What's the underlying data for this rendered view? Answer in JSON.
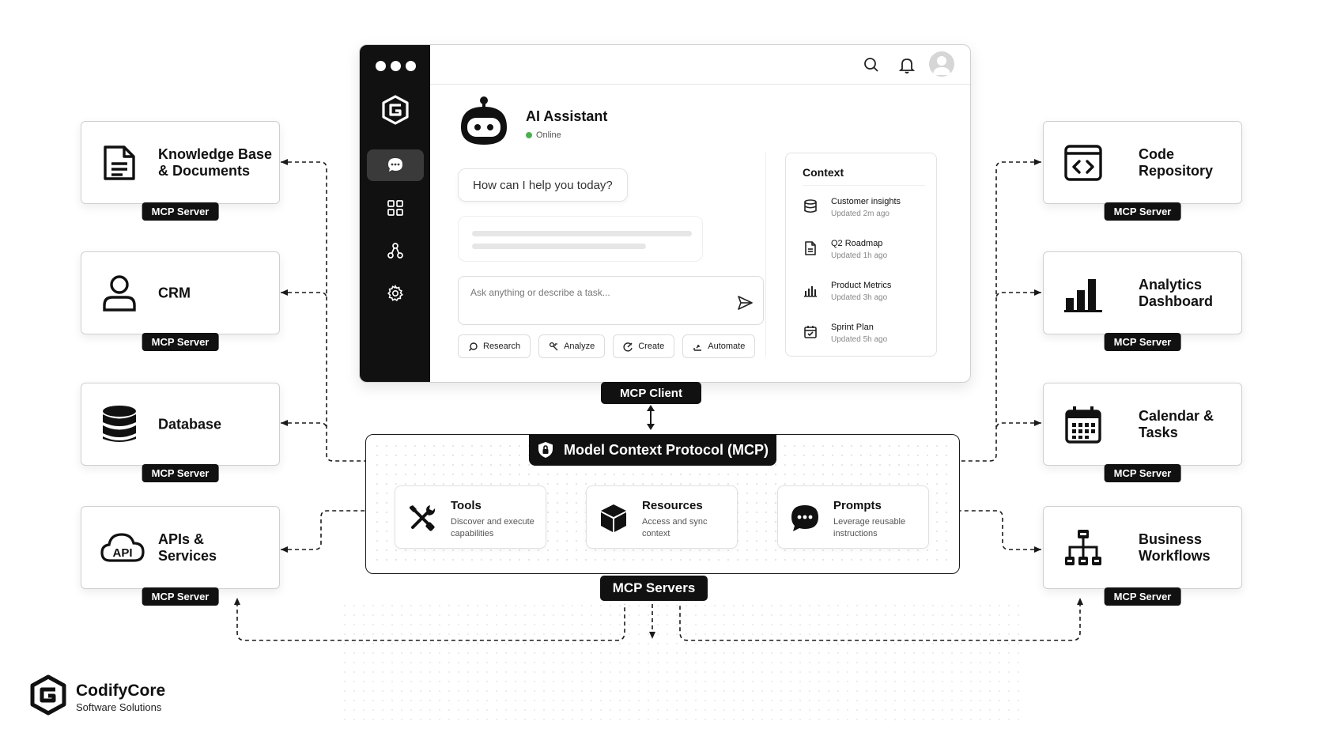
{
  "left_servers": [
    {
      "label": "Knowledge Base\n& Documents",
      "badge": "MCP Server",
      "icon": "document-icon"
    },
    {
      "label": "CRM",
      "badge": "MCP Server",
      "icon": "user-icon"
    },
    {
      "label": "Database",
      "badge": "MCP Server",
      "icon": "database-icon"
    },
    {
      "label": "APIs &\nServices",
      "badge": "MCP Server",
      "icon": "api-cloud-icon"
    }
  ],
  "right_servers": [
    {
      "label": "Code\nRepository",
      "badge": "MCP Server",
      "icon": "code-icon"
    },
    {
      "label": "Analytics\nDashboard",
      "badge": "MCP Server",
      "icon": "bar-chart-icon"
    },
    {
      "label": "Calendar &\nTasks",
      "badge": "MCP Server",
      "icon": "calendar-icon"
    },
    {
      "label": "Business\nWorkflows",
      "badge": "MCP Server",
      "icon": "org-chart-icon"
    }
  ],
  "app": {
    "assistant_name": "AI Assistant",
    "status": "Online",
    "greeting": "How can I help you today?",
    "input_placeholder": "Ask anything or describe a task...",
    "actions": [
      {
        "label": "Research",
        "icon": "search-icon"
      },
      {
        "label": "Analyze",
        "icon": "analyze-icon"
      },
      {
        "label": "Create",
        "icon": "create-icon"
      },
      {
        "label": "Automate",
        "icon": "automate-icon"
      }
    ],
    "context": {
      "title": "Context",
      "items": [
        {
          "title": "Customer insights",
          "updated": "Updated 2m ago",
          "icon": "database-icon"
        },
        {
          "title": "Q2 Roadmap",
          "updated": "Updated 1h ago",
          "icon": "document-icon"
        },
        {
          "title": "Product Metrics",
          "updated": "Updated 3h ago",
          "icon": "bar-chart-icon"
        },
        {
          "title": "Sprint Plan",
          "updated": "Updated 5h ago",
          "icon": "calendar-icon"
        }
      ]
    }
  },
  "client_label": "MCP Client",
  "protocol": {
    "title": "Model Context Protocol (MCP)",
    "features": [
      {
        "title": "Tools",
        "desc": "Discover and execute capabilities",
        "icon": "tools-icon"
      },
      {
        "title": "Resources",
        "desc": "Access and sync context",
        "icon": "cube-icon"
      },
      {
        "title": "Prompts",
        "desc": "Leverage reusable instructions",
        "icon": "chat-bubble-icon"
      }
    ]
  },
  "servers_label": "MCP Servers",
  "brand": {
    "name": "CodifyCore",
    "tagline": "Software Solutions"
  }
}
